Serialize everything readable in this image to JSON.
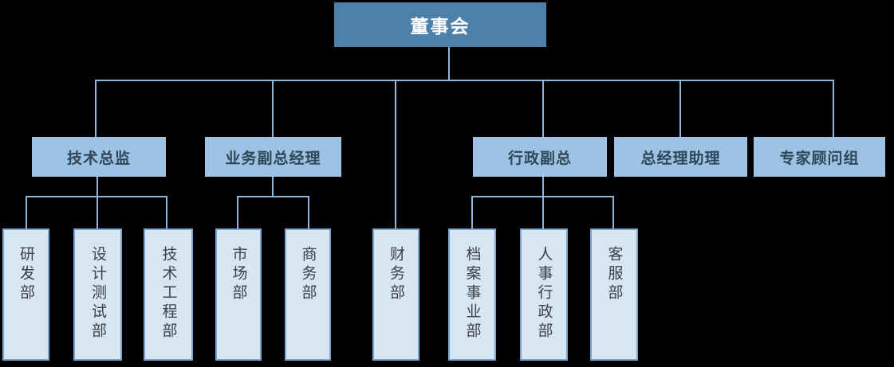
{
  "org": {
    "root": {
      "label": "董事会"
    },
    "branches": [
      {
        "label": "技术总监",
        "children": [
          {
            "label": "研发部"
          },
          {
            "label": "设计测试部"
          },
          {
            "label": "技术工程部"
          }
        ]
      },
      {
        "label": "业务副总经理",
        "children": [
          {
            "label": "市场部"
          },
          {
            "label": "商务部"
          }
        ]
      },
      {
        "label": "行政副总",
        "children": [
          {
            "label": "档案事业部"
          },
          {
            "label": "人事行政部"
          },
          {
            "label": "客服部"
          }
        ]
      },
      {
        "label": "总经理助理",
        "children": []
      },
      {
        "label": "专家顾问组",
        "children": []
      }
    ],
    "direct_departments": [
      {
        "label": "财务部"
      }
    ]
  },
  "colors": {
    "background": "#000000",
    "root_fill": "#4e81aa",
    "root_text": "#ffffff",
    "level2_fill": "#9cc2e4",
    "level2_text": "#2f4759",
    "level3_fill": "#d8e6f4",
    "level3_border": "#7aa5ce",
    "level3_text": "#3c4146",
    "connector": "#8fb6dc"
  }
}
